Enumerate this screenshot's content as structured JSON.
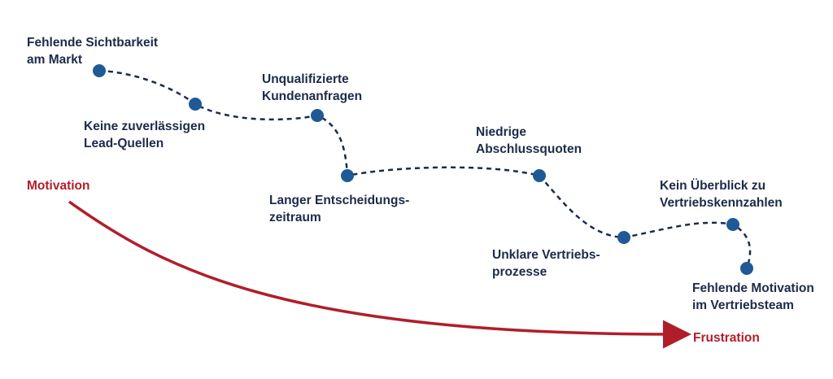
{
  "colors": {
    "text": "#1c2b4a",
    "path": "#1c2b4a",
    "node": "#1f5a96",
    "accent": "#b01e2a"
  },
  "steps": [
    {
      "label": "Fehlende Sichtbarkeit\nam Markt"
    },
    {
      "label": "Keine zuverlässigen\nLead-Quellen"
    },
    {
      "label": "Unqualifizierte\nKundenanfragen"
    },
    {
      "label": "Langer Entscheidungs-\nzeitraum"
    },
    {
      "label": "Niedrige\nAbschlussquoten"
    },
    {
      "label": "Unklare Vertriebs-\nprozesse"
    },
    {
      "label": "Kein Überblick zu\nVertriebskennzahlen"
    },
    {
      "label": "Fehlende Motivation\nim Vertriebsteam"
    }
  ],
  "arrow": {
    "start_label": "Motivation",
    "end_label": "Frustration"
  }
}
